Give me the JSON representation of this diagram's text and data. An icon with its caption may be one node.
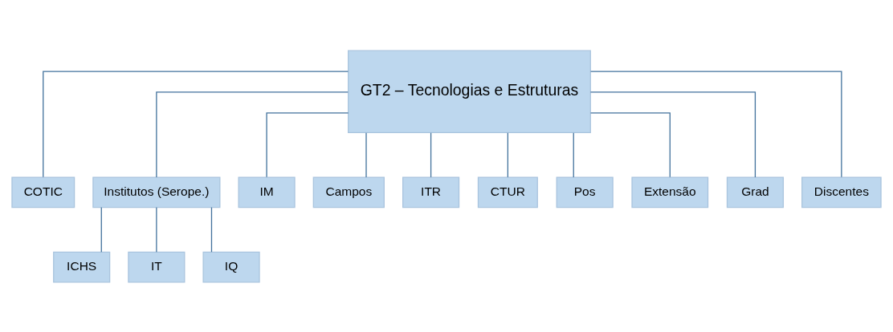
{
  "diagram": {
    "nodes": [
      {
        "text": [
          "GT2 – Tecnologias e Estruturas"
        ]
      },
      {
        "text": [
          "COTIC"
        ]
      },
      {
        "text": [
          "Institutos (Serope.)"
        ]
      },
      {
        "text": [
          "IM"
        ]
      },
      {
        "text": [
          "Campos"
        ]
      },
      {
        "text": [
          "ITR"
        ]
      },
      {
        "text": [
          "CTUR"
        ]
      },
      {
        "text": [
          "Pos"
        ]
      },
      {
        "text": [
          "Extensão"
        ]
      },
      {
        "text": [
          "Grad"
        ]
      },
      {
        "text": [
          "Discentes"
        ]
      },
      {
        "text": [
          "ICHS"
        ]
      },
      {
        "text": [
          "IT"
        ]
      },
      {
        "text": [
          "IQ"
        ]
      }
    ],
    "edges": [
      {
        "from": 0,
        "to": 1,
        "arrow": "none"
      },
      {
        "from": 0,
        "to": 2,
        "arrow": "none"
      },
      {
        "from": 0,
        "to": 3,
        "arrow": "none"
      },
      {
        "from": 0,
        "to": 4,
        "arrow": "none"
      },
      {
        "from": 0,
        "to": 5,
        "arrow": "none"
      },
      {
        "from": 0,
        "to": 6,
        "arrow": "none"
      },
      {
        "from": 0,
        "to": 7,
        "arrow": "none"
      },
      {
        "from": 0,
        "to": 8,
        "arrow": "none"
      },
      {
        "from": 0,
        "to": 9,
        "arrow": "none"
      },
      {
        "from": 0,
        "to": 10,
        "arrow": "none"
      },
      {
        "from": 2,
        "to": 11,
        "arrow": "none"
      },
      {
        "from": 2,
        "to": 12,
        "arrow": "none"
      },
      {
        "from": 2,
        "to": 13,
        "arrow": "none"
      }
    ]
  }
}
